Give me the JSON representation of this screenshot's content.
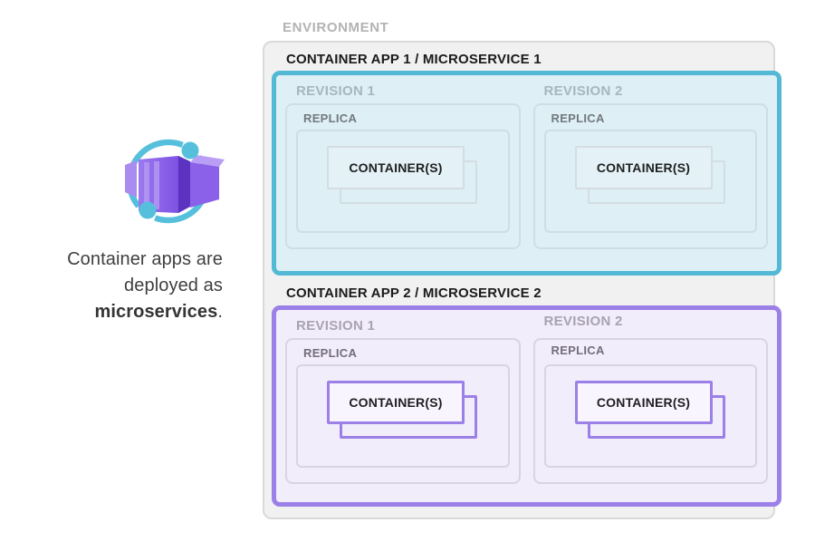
{
  "left_panel": {
    "icon": "azure-container-apps-logo",
    "caption": {
      "line1": "Container apps are",
      "line2": "deployed as",
      "bold": "microservices",
      "suffix": "."
    }
  },
  "environment": {
    "label": "ENVIRONMENT",
    "apps": [
      {
        "title": "CONTAINER APP 1 / MICROSERVICE 1",
        "accent": "#54b9d5",
        "fill": "#deeff6",
        "revisions": [
          {
            "label": "REVISION 1",
            "replica": "REPLICA",
            "containers": "CONTAINER(S)"
          },
          {
            "label": "REVISION 2",
            "replica": "REPLICA",
            "containers": "CONTAINER(S)"
          }
        ]
      },
      {
        "title": "CONTAINER APP 2 / MICROSERVICE 2",
        "accent": "#9b80e8",
        "fill": "#f2edfb",
        "revisions": [
          {
            "label": "REVISION 1",
            "replica": "REPLICA",
            "containers": "CONTAINER(S)"
          },
          {
            "label": "REVISION 2",
            "replica": "REPLICA",
            "containers": "CONTAINER(S)"
          }
        ]
      }
    ]
  },
  "colors": {
    "environment_fill": "#f1f1f1",
    "environment_border": "#d9d9d9",
    "label_gray": "#b3b3b3",
    "title_dark": "#1a1a1a",
    "icon_cyan": "#56c0dc",
    "icon_purple": "#7d52e2"
  }
}
